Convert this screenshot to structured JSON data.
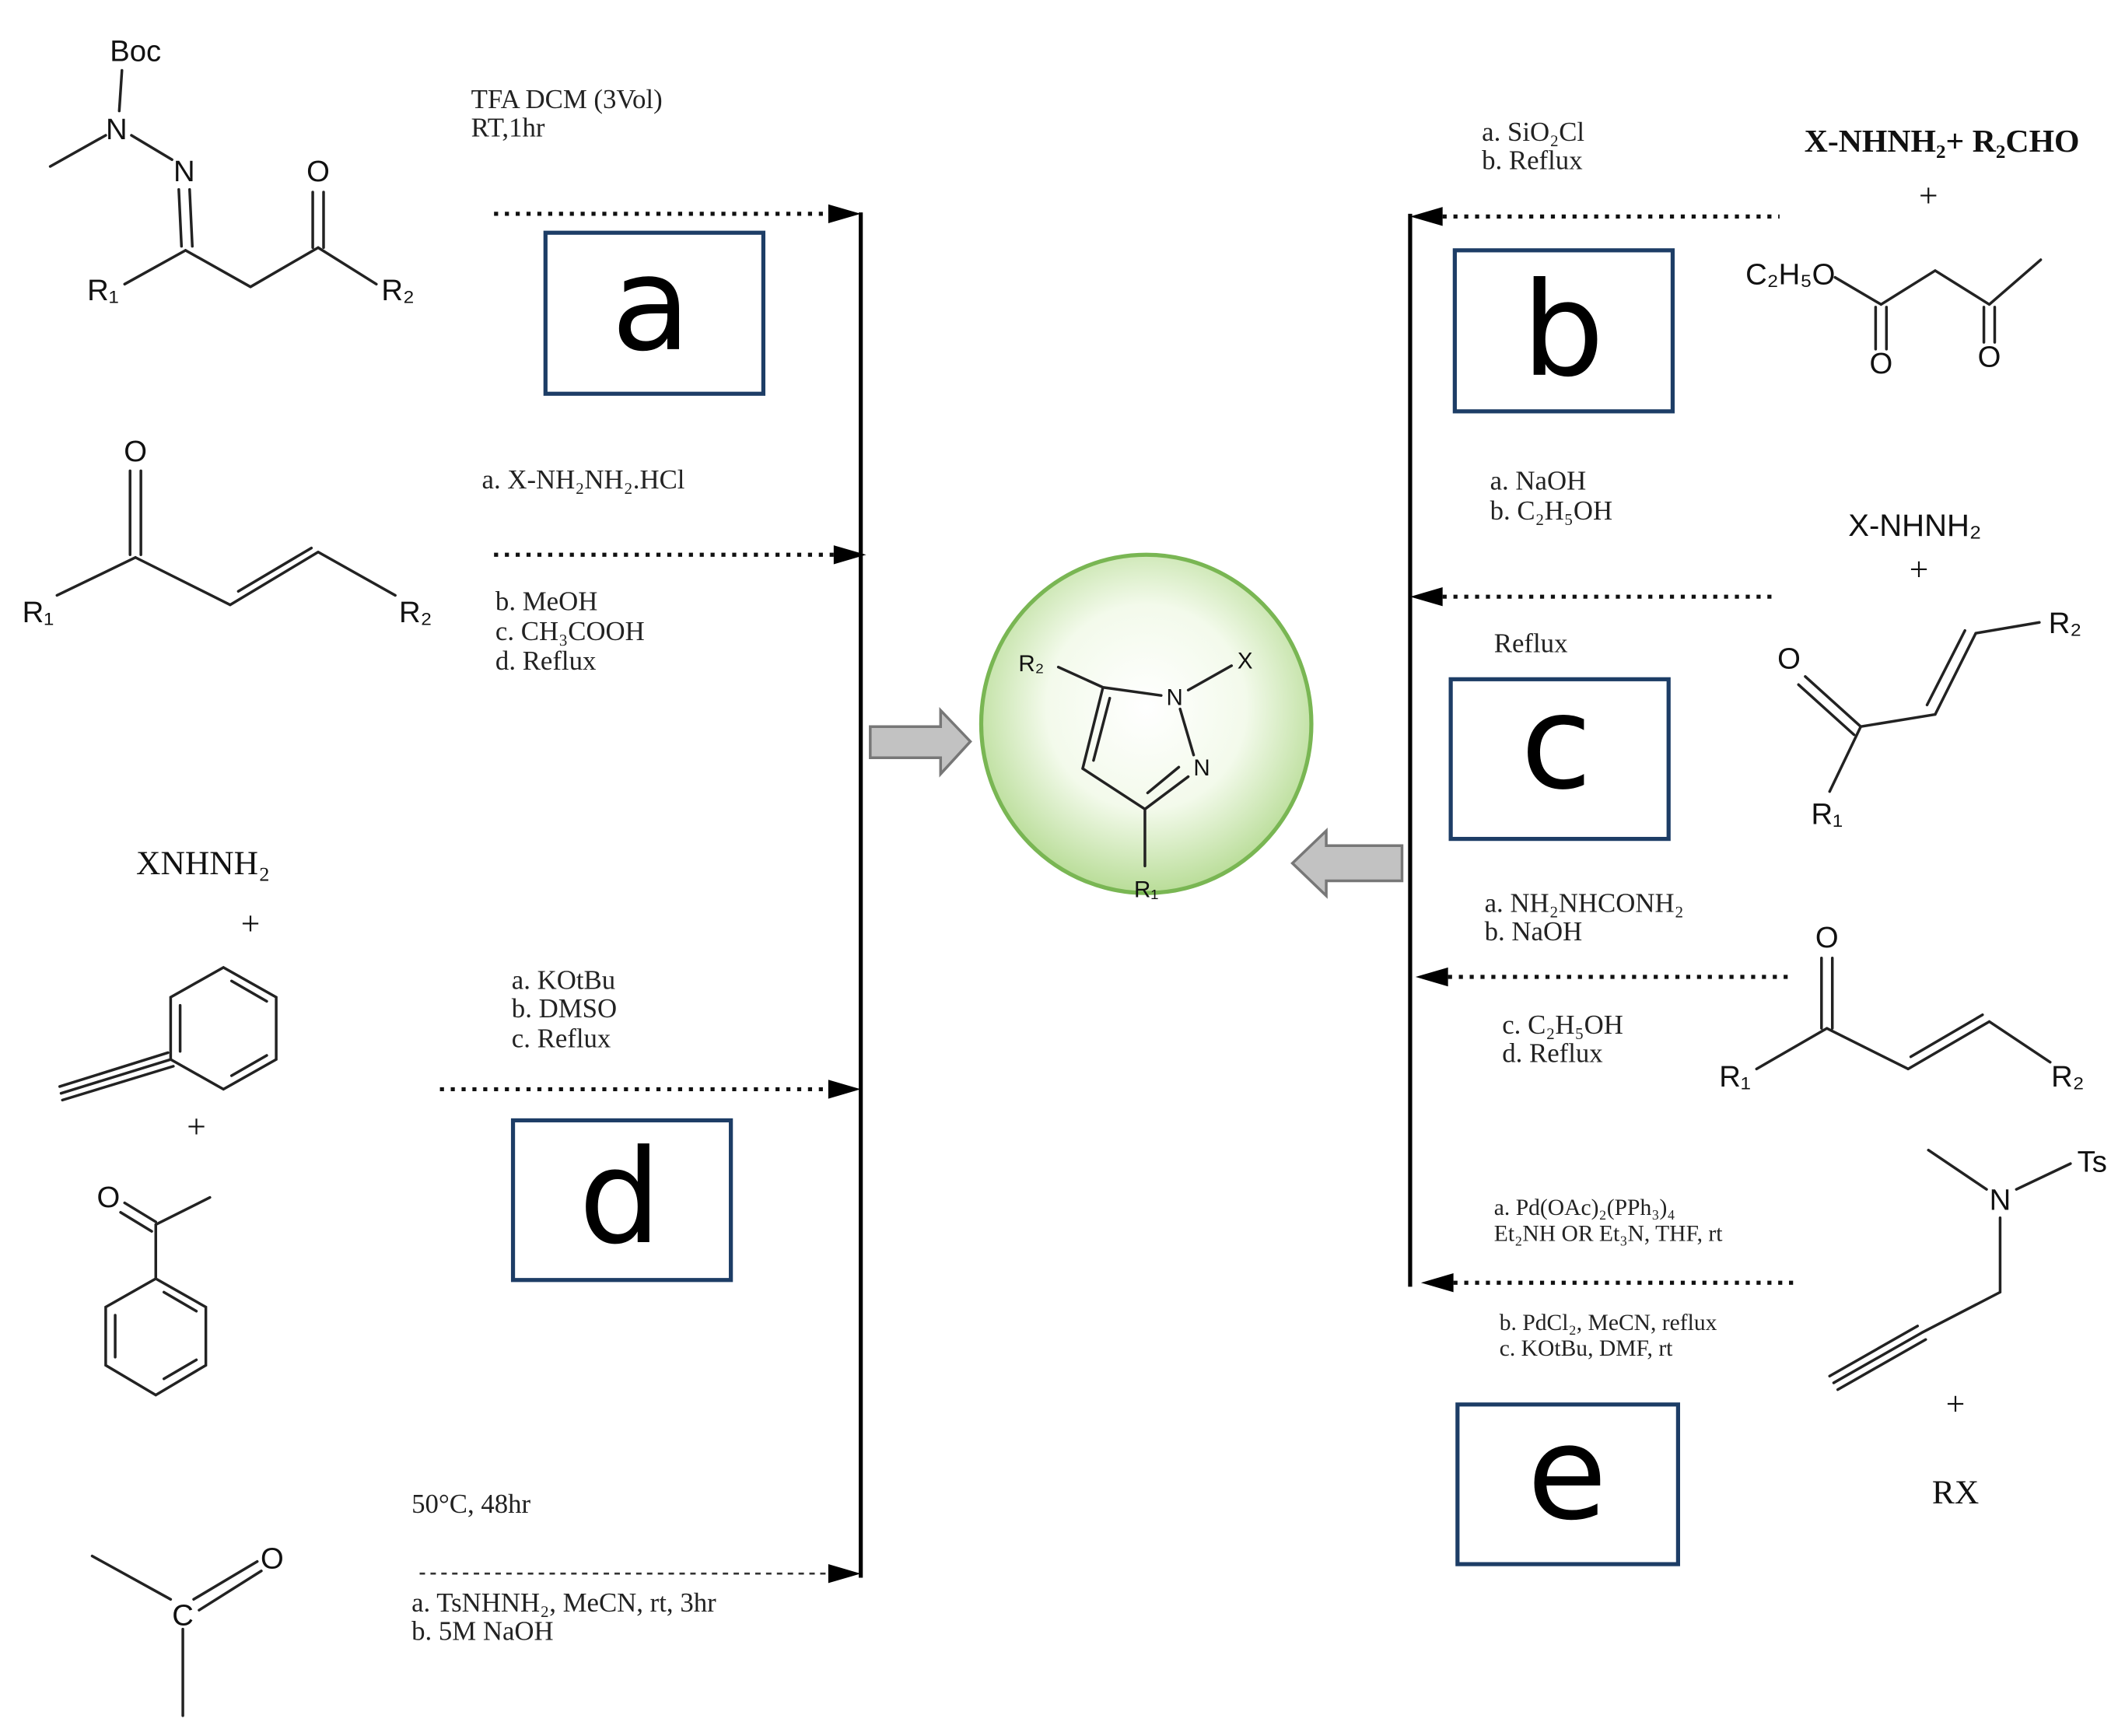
{
  "product": {
    "r2": "R₂",
    "n1": "N",
    "x": "X",
    "n2": "N",
    "r1": "R₁"
  },
  "route_a": {
    "letter": "a",
    "conditions": [
      "TFA DCM (3Vol)",
      "RT,1hr"
    ],
    "reactant": {
      "boc": "Boc",
      "n_methyl": "N",
      "n_imine": "N",
      "o": "O",
      "r1": "R₁",
      "r2": "R₂"
    }
  },
  "route_left2": {
    "conditions_above": [
      "a. X-NH₂NH₂.HCl"
    ],
    "conditions_below": [
      "b. MeOH",
      "c. CH₃COOH",
      "d. Reflux"
    ],
    "reactant": {
      "o": "O",
      "r1": "R₁",
      "r2": "R₂"
    }
  },
  "route_d": {
    "letter": "d",
    "conditions": [
      "a. KOtBu",
      "b. DMSO",
      "c. Reflux"
    ],
    "reagent": "XNHNH₂",
    "plus_1": "+",
    "plus_2": "+",
    "acetophenone_o": "O"
  },
  "route_left4": {
    "conditions_above": [
      "50°C, 48hr"
    ],
    "conditions_below": [
      "a. TsNHNH₂, MeCN, rt, 3hr",
      "b. 5M NaOH"
    ],
    "reactant": {
      "c": "C",
      "o": "O"
    }
  },
  "route_b": {
    "letter": "b",
    "conditions": [
      "a. SiO₂Cl",
      "b. Reflux"
    ],
    "reagents": "X-NHNH₂+ R₂CHO",
    "plus": "+",
    "ester": {
      "c2h5o": "C₂H₅O",
      "o1": "O",
      "o2": "O"
    }
  },
  "route_right2": {
    "conditions": [
      "a. NaOH",
      "b. C₂H₅OH"
    ],
    "reagent": "X-NHNH₂",
    "plus": "+",
    "reactant": {
      "o": "O",
      "r1": "R₁",
      "r2": "R₂"
    }
  },
  "route_c": {
    "letter": "c",
    "conditions": [
      "Reflux"
    ]
  },
  "route_right3": {
    "conditions_above": [
      "a. NH₂NHCONH₂",
      "b. NaOH"
    ],
    "conditions_below": [
      "c. C₂H₅OH",
      "d. Reflux"
    ],
    "reactant": {
      "o": "O",
      "r1": "R₁",
      "r2": "R₂"
    }
  },
  "route_e": {
    "letter": "e",
    "conditions_above": [
      "a. Pd(OAc)₂(PPh₃)₄",
      "Et₂NH OR Et₃N, THF, rt"
    ],
    "conditions_below": [
      "b. PdCl₂, MeCN, reflux",
      "c. KOtBu, DMF, rt"
    ],
    "reactant": {
      "ts": "Ts",
      "n": "N"
    },
    "plus": "+",
    "reagent": "RX"
  },
  "colors": {
    "box_stroke": "#1d3d66",
    "ellipse_edge": "#b9dd98",
    "ellipse_stroke": "#79b653",
    "block_arrow_fill": "#c2c2c2"
  }
}
